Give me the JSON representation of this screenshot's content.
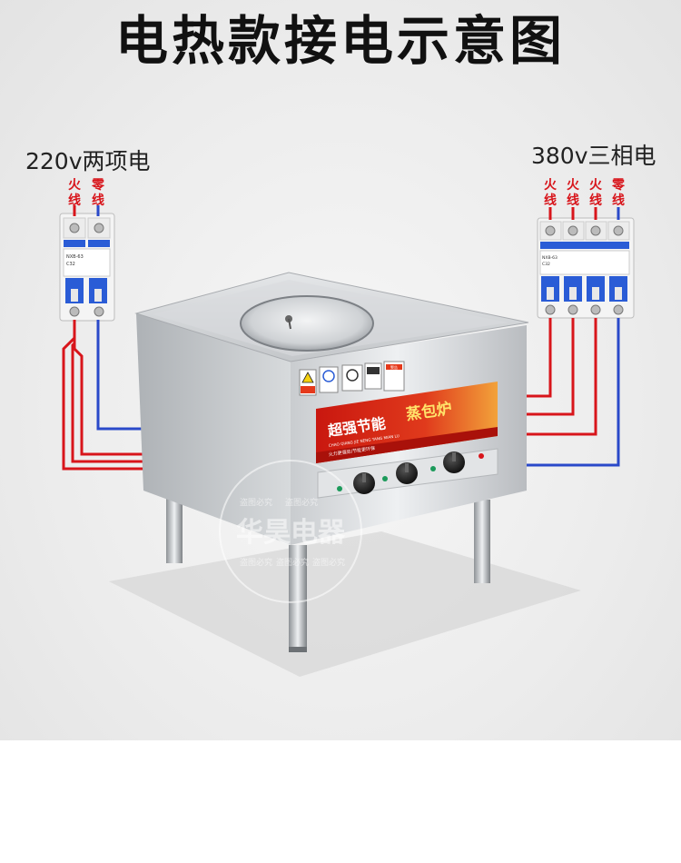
{
  "page": {
    "title": "电热款接电示意图"
  },
  "left_supply": {
    "label": "220v两项电",
    "wires": [
      "火\n线",
      "零\n线"
    ],
    "wire_colors": [
      "#d8151b",
      "#2a49c9"
    ]
  },
  "right_supply": {
    "label": "380v三相电",
    "wires": [
      "火\n线",
      "火\n线",
      "火\n线",
      "零\n线"
    ],
    "wire_colors": [
      "#d8151b",
      "#d8151b",
      "#d8151b",
      "#2a49c9"
    ]
  },
  "breaker": {
    "model_text": "NXB-63",
    "rating_text": "C32"
  },
  "stove_panel": {
    "banner_main": "超强节能",
    "banner_script": "蒸包炉",
    "banner_pinyin": "CHAO QIANG JIE NENG TANG MIAN LU",
    "banner_sub": "火力更强劲/节能更环保",
    "warning_label": "警告"
  },
  "watermark": {
    "brand": "华昊电器",
    "small_text": "盗图必究"
  },
  "colors": {
    "live_wire": "#d8151b",
    "neutral_wire": "#2a49c9",
    "banner_red": "#d42a1a",
    "breaker_blue": "#2a5cd6"
  }
}
